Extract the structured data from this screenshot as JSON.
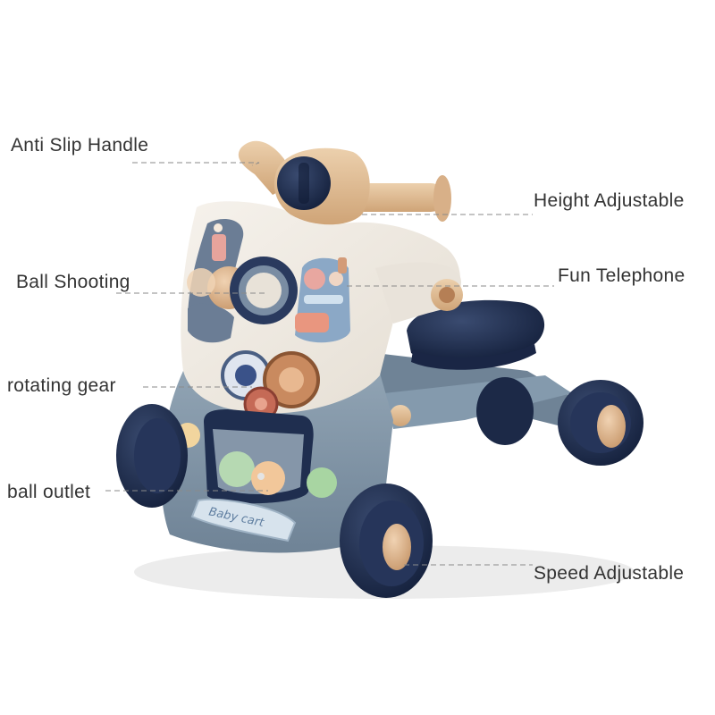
{
  "product": {
    "badge_text": "Baby cart"
  },
  "callouts": [
    {
      "id": "anti-slip-handle",
      "text": "Anti Slip Handle"
    },
    {
      "id": "height-adjustable",
      "text": "Height Adjustable"
    },
    {
      "id": "ball-shooting",
      "text": "Ball Shooting"
    },
    {
      "id": "fun-telephone",
      "text": "Fun Telephone"
    },
    {
      "id": "rotating-gear",
      "text": "rotating gear"
    },
    {
      "id": "ball-outlet",
      "text": "ball outlet"
    },
    {
      "id": "speed-adjustable",
      "text": "Speed Adjustable"
    }
  ],
  "colors": {
    "body_blue": "#7f93a4",
    "cream": "#f1ece4",
    "navy": "#1f2e4f",
    "wood": "#d9b48c",
    "label_text": "#333333",
    "leader_line": "#8a8a8a"
  }
}
